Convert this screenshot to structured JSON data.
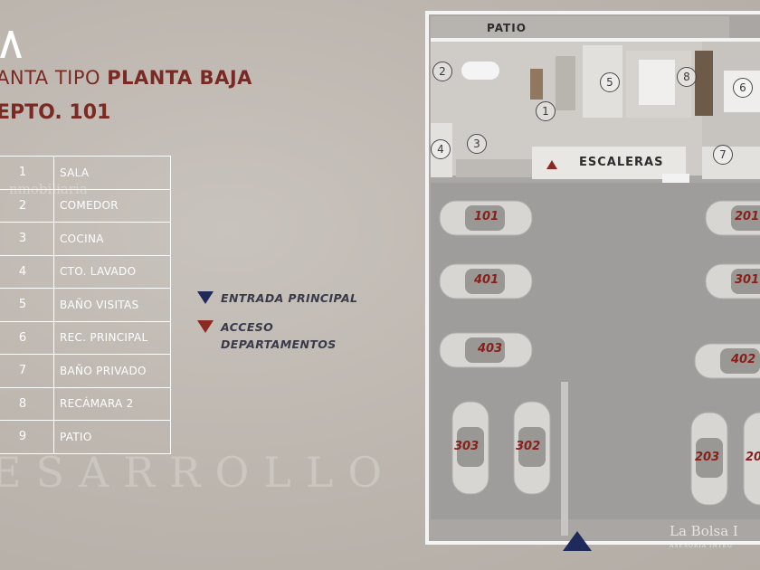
{
  "header": {
    "title_prefix": "ANTA TIPO ",
    "title_bold": "PLANTA BAJA",
    "subtitle": "EPTO. 101"
  },
  "legend": [
    {
      "num": "1",
      "label": "SALA"
    },
    {
      "num": "2",
      "label": "COMEDOR"
    },
    {
      "num": "3",
      "label": "COCINA"
    },
    {
      "num": "4",
      "label": "CTO. LAVADO"
    },
    {
      "num": "5",
      "label": "BAÑO VISITAS"
    },
    {
      "num": "6",
      "label": "REC. PRINCIPAL"
    },
    {
      "num": "7",
      "label": "BAÑO PRIVADO"
    },
    {
      "num": "8",
      "label": "RECÁMARA 2"
    },
    {
      "num": "9",
      "label": "PATIO"
    }
  ],
  "keys": {
    "entrance": "ENTRADA PRINCIPAL",
    "access_line1": "ACCESO",
    "access_line2": "DEPARTAMENTOS"
  },
  "plan": {
    "patio": "PATIO",
    "stairs": "ESCALERAS",
    "room_numbers": [
      "1",
      "2",
      "3",
      "4",
      "5",
      "6",
      "7",
      "8"
    ],
    "parking_spots": [
      "101",
      "201",
      "401",
      "301",
      "403",
      "402",
      "303",
      "302",
      "203",
      "20"
    ]
  },
  "watermarks": {
    "inmobiliaria": "nmobiliaria",
    "desarrollos": "ESARROLLO",
    "brand": "La Bolsa I",
    "brand_sub": "ASESORIA INTEG"
  },
  "colors": {
    "accent_red": "#8a2a22",
    "navy": "#1d2a5a"
  }
}
